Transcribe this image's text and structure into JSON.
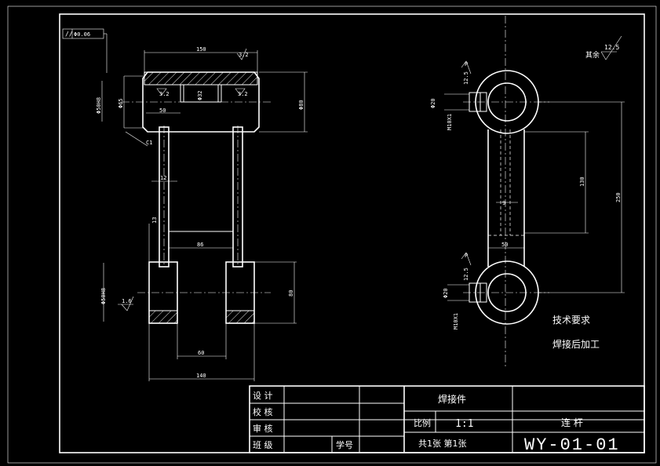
{
  "tolerance_frame": {
    "symbol": "//",
    "value": "Φ0.06"
  },
  "left_view": {
    "dim_top_length": "150",
    "rough_top": "3.2",
    "dim_inner_50": "50",
    "rough_left_bore": "3.2",
    "rough_right_bore": "3.2",
    "bore_label": "Φ32",
    "dim_dia_65": "Φ65",
    "dim_dia_80": "Φ80",
    "dim_left_stack": "Φ50H8",
    "chamfer": "C1",
    "dim_rod_12": "12",
    "dim_rod_gap_86": "86",
    "dim_small_13": "13",
    "dim_lower_dia": "Φ50H8",
    "rough_lower": "1.6",
    "dim_lower_height_80": "80",
    "dim_gap_60": "60",
    "dim_overall_140": "140"
  },
  "right_view": {
    "rough_p_top": "P",
    "rough_val_top": "12.5",
    "dim_thread_top": "M10X1",
    "dim_pin_top": "Φ20",
    "dim_130": "130",
    "dim_250": "250",
    "dim_9": "9",
    "dim_50": "50",
    "rough_p_bottom": "P",
    "rough_val_bottom": "12.5",
    "dim_pin_bottom": "Φ20",
    "dim_thread_bottom": "M10X1"
  },
  "general_roughness": {
    "label": "其余",
    "value": "12.5"
  },
  "tech_notes": {
    "title": "技术要求",
    "line1": "焊接后加工"
  },
  "title_block": {
    "row_design": "设  计",
    "row_check": "校  核",
    "row_review": "审  核",
    "row_class": "班  级",
    "student_no": "学号",
    "part_name": "焊接件",
    "scale_label": "比例",
    "scale_value": "1:1",
    "sheet_info": "共1张  第1张",
    "drawing_title": "连  杆",
    "drawing_no": "WY-01-01"
  }
}
